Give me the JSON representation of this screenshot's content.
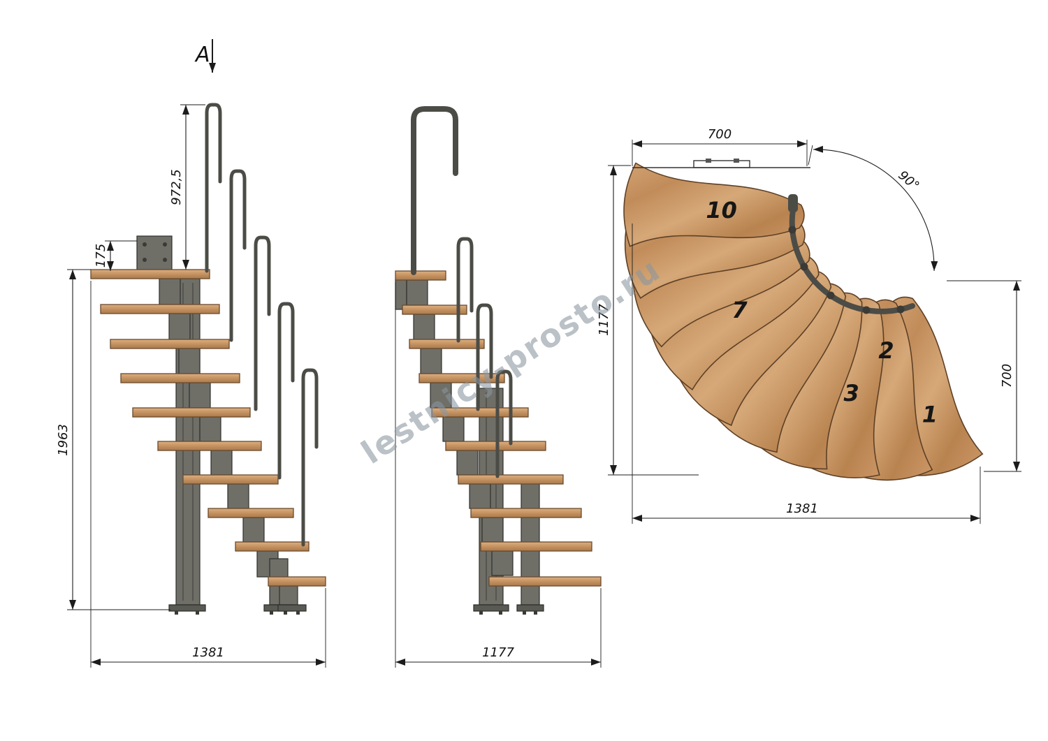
{
  "watermark": {
    "text": "lestnicy-prosto.ru"
  },
  "section_marker": {
    "label": "A"
  },
  "side_view": {
    "dim_rail_height": "972,5",
    "dim_plate_height": "175",
    "dim_total_height": "1963",
    "dim_width": "1381"
  },
  "front_view": {
    "dim_width": "1177"
  },
  "plan_view": {
    "dim_top_width": "700",
    "dim_angle": "90°",
    "dim_left_depth": "1177",
    "dim_right_depth": "700",
    "dim_bottom_width": "1381",
    "treads": {
      "t1": "1",
      "t2": "2",
      "t3": "3",
      "t7": "7",
      "t10": "10"
    }
  },
  "colors": {
    "wood_light": "#d2a273",
    "wood_dark": "#a97a4b",
    "steel": "#6f6f68",
    "steel_dark": "#3a3a36",
    "line": "#1c1c1c",
    "watermark": "#8a96a0"
  }
}
